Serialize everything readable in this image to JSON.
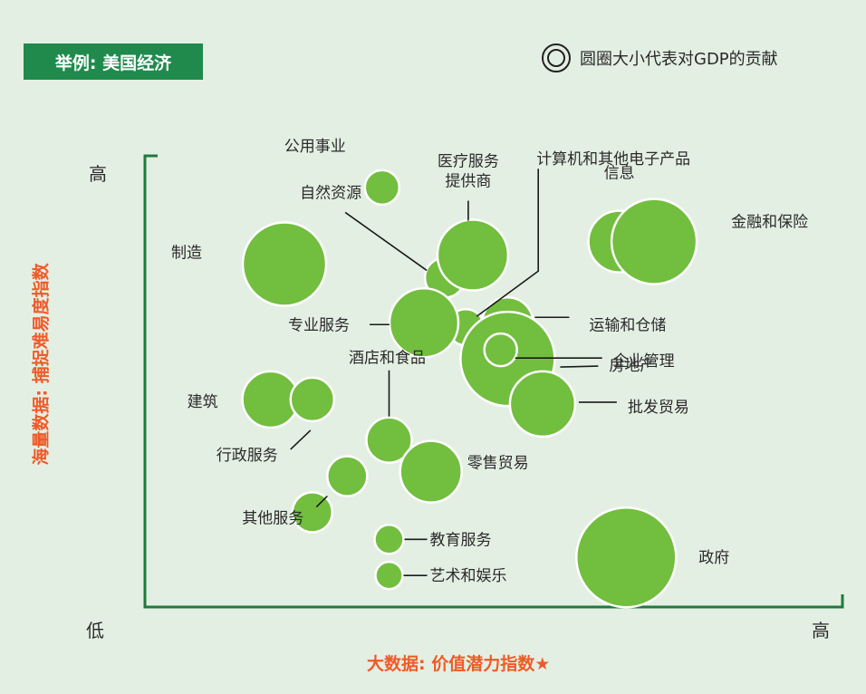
{
  "header": {
    "title": "举例: 美国经济",
    "legend_note": "圆圈大小代表对GDP的贡献"
  },
  "colors": {
    "bubble": "#72be3e",
    "badge": "#1f8a4c",
    "axis": "#1f7a3c",
    "axis_label": "#f05a28",
    "background": "#e4efe3"
  },
  "chart_data": {
    "type": "scatter",
    "subtype": "bubble",
    "title": "举例: 美国经济",
    "size_legend": "圆圈大小代表对GDP的贡献",
    "xlabel": "大数据: 价值潜力指数★",
    "ylabel": "海量数据: 捕捉难易度指数",
    "x_ticks": [
      "低",
      "高"
    ],
    "y_ticks": [
      "低",
      "高"
    ],
    "xlim": [
      0,
      100
    ],
    "ylim": [
      0,
      100
    ],
    "grid": false,
    "points": [
      {
        "label": "公用事业",
        "x": 34,
        "y": 93,
        "size": 19
      },
      {
        "label": "自然资源",
        "x": 43,
        "y": 73,
        "size": 22
      },
      {
        "label": "医疗服务\n提供商",
        "x": 47,
        "y": 78,
        "size": 39
      },
      {
        "label": "计算机和其他电子产品",
        "x": 46,
        "y": 62,
        "size": 20
      },
      {
        "label": "信息",
        "x": 68,
        "y": 81,
        "size": 34
      },
      {
        "label": "金融和保险",
        "x": 73,
        "y": 81,
        "size": 47
      },
      {
        "label": "制造",
        "x": 20,
        "y": 76,
        "size": 46
      },
      {
        "label": "专业服务",
        "x": 40,
        "y": 63,
        "size": 38
      },
      {
        "label": "运输和仓储",
        "x": 52,
        "y": 63,
        "size": 28
      },
      {
        "label": "房地产",
        "x": 52,
        "y": 55,
        "size": 52
      },
      {
        "label": "企业管理",
        "x": 51,
        "y": 57,
        "size": 18
      },
      {
        "label": "批发贸易",
        "x": 57,
        "y": 45,
        "size": 36
      },
      {
        "label": "建筑",
        "x": 18,
        "y": 46,
        "size": 31
      },
      {
        "label": "行政服务",
        "x": 24,
        "y": 46,
        "size": 24
      },
      {
        "label": "酒店和食品",
        "x": 35,
        "y": 37,
        "size": 25
      },
      {
        "label": "零售贸易",
        "x": 41,
        "y": 30,
        "size": 34
      },
      {
        "label": "其他服务",
        "x": 29,
        "y": 29,
        "size": 22
      },
      {
        "label": "其他服务",
        "x": 24,
        "y": 21,
        "size": 22
      },
      {
        "label": "教育服务",
        "x": 35,
        "y": 15,
        "size": 16
      },
      {
        "label": "艺术和娱乐",
        "x": 35,
        "y": 7,
        "size": 15
      },
      {
        "label": "政府",
        "x": 69,
        "y": 11,
        "size": 55
      }
    ]
  }
}
